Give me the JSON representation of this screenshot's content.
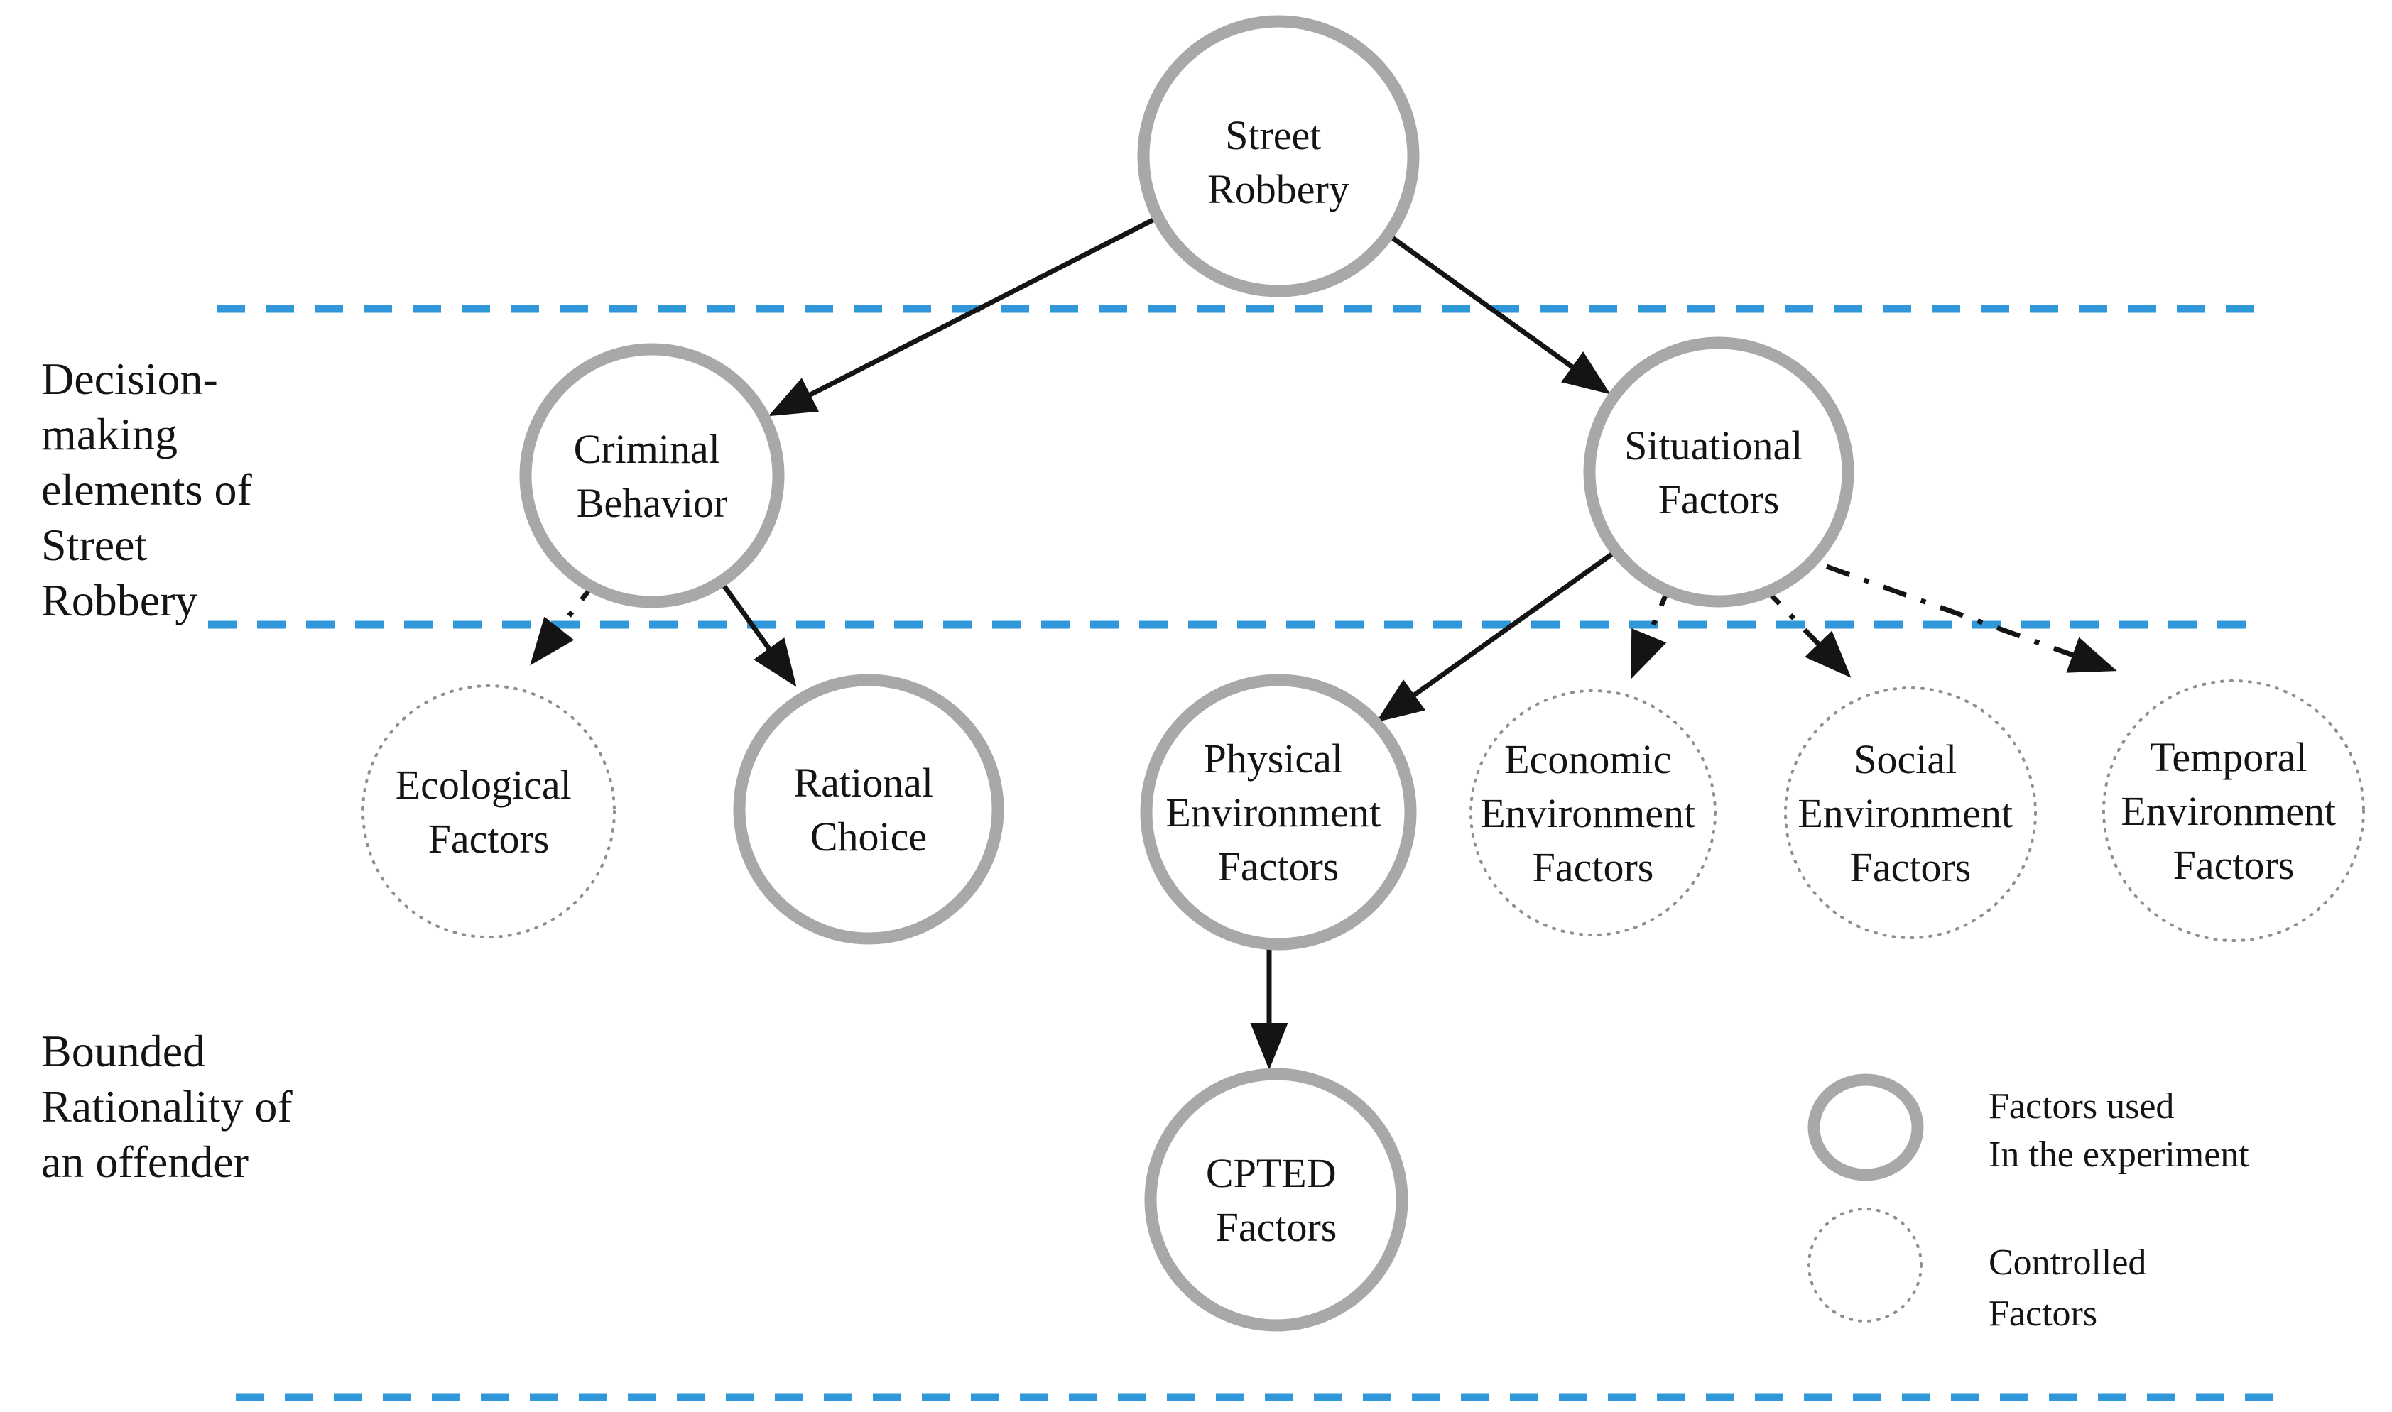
{
  "diagram": {
    "section_labels": [
      {
        "id": "decision-making-elements",
        "lines": [
          "Decision-",
          "making",
          "elements of",
          "Street",
          "Robbery"
        ]
      },
      {
        "id": "bounded-rationality",
        "lines": [
          "Bounded",
          "Rationality of",
          "an offender"
        ]
      }
    ],
    "nodes": [
      {
        "id": "street-robbery",
        "style": "experiment",
        "lines": [
          "Street",
          "Robbery"
        ]
      },
      {
        "id": "criminal-behavior",
        "style": "experiment",
        "lines": [
          "Criminal",
          "Behavior"
        ]
      },
      {
        "id": "situational-factors",
        "style": "experiment",
        "lines": [
          "Situational",
          "Factors"
        ]
      },
      {
        "id": "ecological-factors",
        "style": "controlled",
        "lines": [
          "Ecological",
          "Factors"
        ]
      },
      {
        "id": "rational-choice",
        "style": "experiment",
        "lines": [
          "Rational",
          "Choice"
        ]
      },
      {
        "id": "physical-environment-factors",
        "style": "experiment",
        "lines": [
          "Physical",
          "Environment",
          "Factors"
        ]
      },
      {
        "id": "economic-environment-factors",
        "style": "controlled",
        "lines": [
          "Economic",
          "Environment",
          "Factors"
        ]
      },
      {
        "id": "social-environment-factors",
        "style": "controlled",
        "lines": [
          "Social",
          "Environment",
          "Factors"
        ]
      },
      {
        "id": "temporal-environment-factors",
        "style": "controlled",
        "lines": [
          "Temporal",
          "Environment",
          "Factors"
        ]
      },
      {
        "id": "cpted-factors",
        "style": "experiment",
        "lines": [
          "CPTED",
          "Factors"
        ]
      }
    ],
    "edges": [
      {
        "from": "street-robbery",
        "to": "criminal-behavior",
        "style": "solid"
      },
      {
        "from": "street-robbery",
        "to": "situational-factors",
        "style": "solid"
      },
      {
        "from": "criminal-behavior",
        "to": "ecological-factors",
        "style": "dash-dot"
      },
      {
        "from": "criminal-behavior",
        "to": "rational-choice",
        "style": "solid"
      },
      {
        "from": "situational-factors",
        "to": "physical-environment-factors",
        "style": "solid"
      },
      {
        "from": "situational-factors",
        "to": "economic-environment-factors",
        "style": "dash-dot"
      },
      {
        "from": "situational-factors",
        "to": "social-environment-factors",
        "style": "dash-dot"
      },
      {
        "from": "situational-factors",
        "to": "temporal-environment-factors",
        "style": "dash-dot"
      },
      {
        "from": "physical-environment-factors",
        "to": "cpted-factors",
        "style": "solid"
      }
    ],
    "legend": [
      {
        "symbol": "experiment-circle",
        "lines": [
          "Factors used",
          "In the experiment"
        ]
      },
      {
        "symbol": "controlled-circle",
        "lines": [
          "Controlled",
          "Factors"
        ]
      }
    ],
    "colors": {
      "divider_blue": "#2f97da",
      "circle_gray": "#a8a8a8",
      "arrow_black": "#141414",
      "background": "#ffffff"
    }
  }
}
